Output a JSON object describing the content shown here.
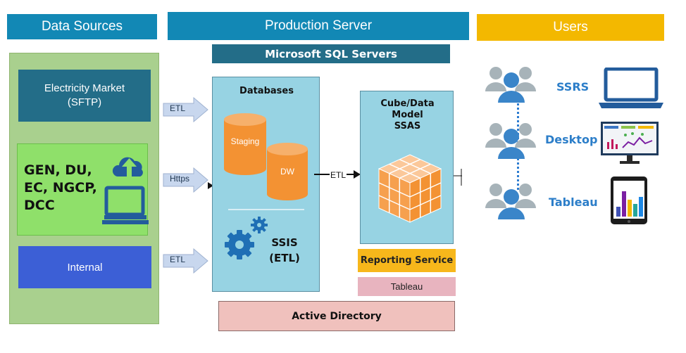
{
  "headers": {
    "data_sources": "Data Sources",
    "production_server": "Production Server",
    "users": "Users"
  },
  "sources": {
    "electricity_market": "Electricity Market\n(SFTP)",
    "gen_group": "GEN, DU,\nEC, NGCP,\nDCC",
    "internal": "Internal"
  },
  "arrows": {
    "etl_top": "ETL",
    "https": "Https",
    "etl_bottom": "ETL",
    "etl_middle": "ETL"
  },
  "server": {
    "sql_servers": "Microsoft SQL Servers",
    "databases": "Databases",
    "staging": "Staging",
    "dw": "DW",
    "ssis": "SSIS\n(ETL)",
    "cube": "Cube/Data\nModel\nSSAS",
    "reporting_service": "Reporting Service",
    "tableau_box": "Tableau",
    "active_directory": "Active Directory"
  },
  "users": {
    "ssrs": "SSRS",
    "desktop": "Desktop",
    "tableau": "Tableau"
  },
  "colors": {
    "header_blue": "#1288b5",
    "header_gold": "#f3b800",
    "teal_dark": "#236d88",
    "green_panel": "#a9d08e",
    "bright_green": "#8fe06a",
    "blue_box": "#3c5fd6",
    "light_blue": "#97d3e3",
    "orange": "#f39233",
    "reporting_gold": "#f7b71b",
    "pink": "#e8b4bf",
    "people_blue": "#3a85c9",
    "people_gray": "#a7b3b9"
  },
  "icons": [
    "cloud-upload-icon",
    "laptop-icon",
    "database-icon",
    "gear-icon",
    "cube-icon",
    "users-icon",
    "monitor-icon",
    "tablet-icon"
  ]
}
